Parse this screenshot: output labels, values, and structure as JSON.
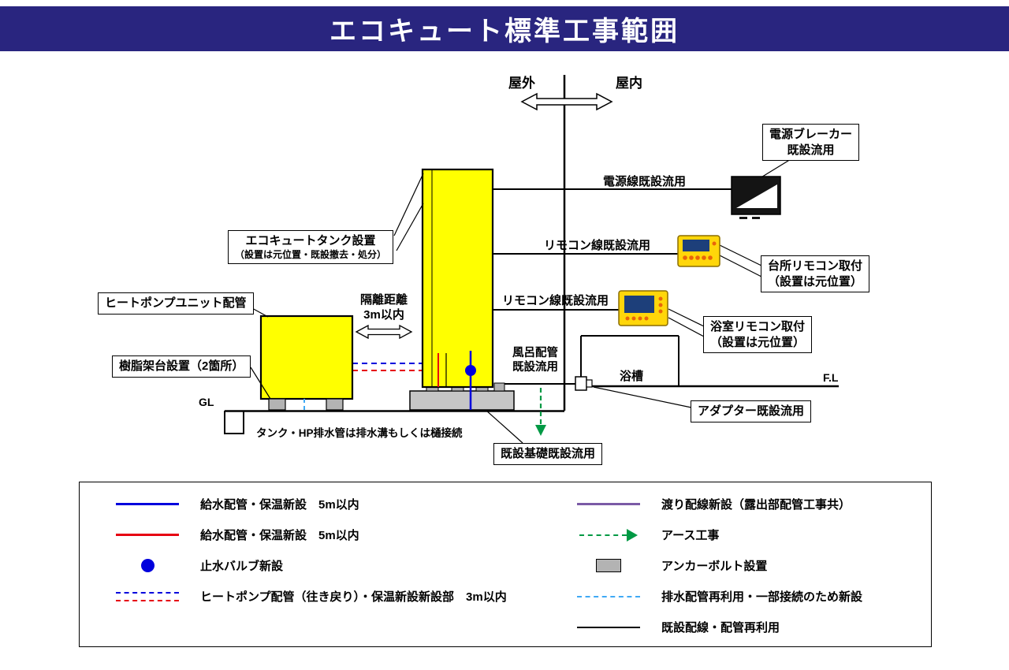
{
  "title": "エコキュート標準工事範囲",
  "diagram": {
    "outdoor": "屋外",
    "indoor": "屋内",
    "power_line_label": "電源線既設流用",
    "remocon_line_label_1": "リモコン線既設流用",
    "remocon_line_label_2": "リモコン線既設流用",
    "bath_pipe_label_1": "風呂配管",
    "bath_pipe_label_2": "既設流用",
    "bathtub_label": "浴槽",
    "fl_label": "F.L",
    "gl_label": "GL",
    "distance_label_1": "隔離距離",
    "distance_label_2": "3m以内",
    "drain_note": "タンク・HP排水管は排水溝もしくは樋接続",
    "callouts": {
      "breaker_1": "電源ブレーカー",
      "breaker_2": "既設流用",
      "tank_1": "エコキュートタンク設置",
      "tank_2": "（設置は元位置・既設撤去・処分）",
      "heat_pump": "ヒートポンプユニット配管",
      "stand": "樹脂架台設置（2箇所）",
      "kitchen_remote_1": "台所リモコン取付",
      "kitchen_remote_2": "（設置は元位置）",
      "bath_remote_1": "浴室リモコン取付",
      "bath_remote_2": "（設置は元位置）",
      "adapter": "アダプター既設流用",
      "foundation": "既設基礎既設流用"
    }
  },
  "legend": {
    "left": [
      {
        "label": "給水配管・保温新設　5m以内"
      },
      {
        "label": "給水配管・保温新設　5m以内"
      },
      {
        "label": "止水バルブ新設"
      },
      {
        "label": "ヒートポンプ配管（往き戻り）・保温新設新設部　3m以内"
      }
    ],
    "right": [
      {
        "label": "渡り配線新設（露出部配管工事共）"
      },
      {
        "label": "アース工事"
      },
      {
        "label": "アンカーボルト設置"
      },
      {
        "label": "排水配管再利用・一部接続のため新設"
      },
      {
        "label": "既設配線・配管再利用"
      }
    ]
  },
  "colors": {
    "header_bg": "#29257f",
    "supply_blue": "#0000dd",
    "hot_red": "#e60012",
    "crossover_purple": "#7b5aa6",
    "earth_green": "#009944",
    "drain_lightblue": "#3fa9f5",
    "anchor_gray": "#b3b3b3",
    "unit_yellow": "#ffff00"
  }
}
